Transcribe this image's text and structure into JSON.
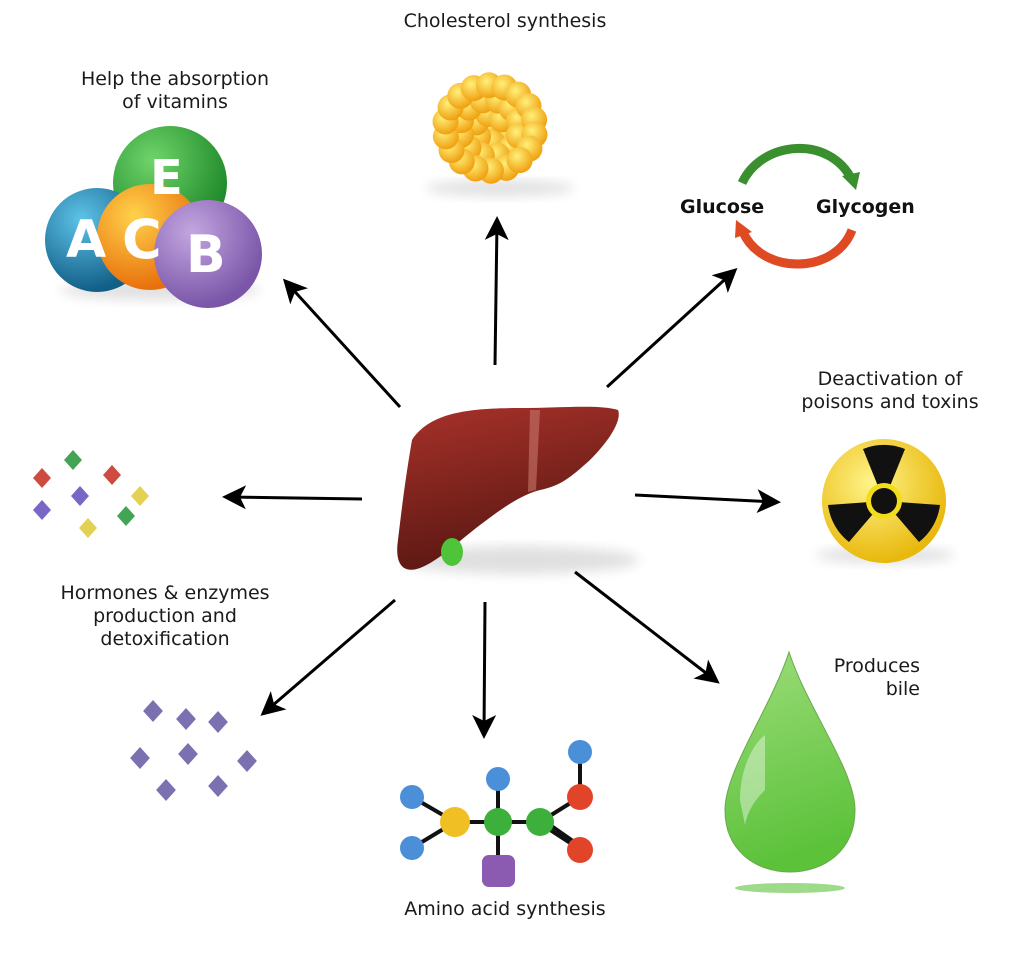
{
  "title": "Liver functions",
  "center": {
    "name": "Liver",
    "icon": "liver-icon"
  },
  "functions": [
    {
      "id": "vitamins",
      "label_lines": [
        "Help the absorption",
        "of vitamins"
      ],
      "icon": "vitamin-balls-icon",
      "vitamins": [
        "E",
        "A",
        "C",
        "B"
      ]
    },
    {
      "id": "cholesterol",
      "label_lines": [
        "Cholesterol synthesis"
      ],
      "icon": "cholesterol-cluster-icon"
    },
    {
      "id": "glycogen",
      "label_lines": [
        "Glucose",
        "Glycogen"
      ],
      "icon": "glucose-glycogen-cycle-icon"
    },
    {
      "id": "toxins",
      "label_lines": [
        "Deactivation of",
        "poisons and toxins"
      ],
      "icon": "radiation-hazard-icon"
    },
    {
      "id": "hormones",
      "label_lines": [
        "Hormones & enzymes",
        "production and",
        "detoxification"
      ],
      "icon": "colored-crystals-icon"
    },
    {
      "id": "enzymes",
      "label_lines": [],
      "icon": "purple-crystals-icon"
    },
    {
      "id": "amino",
      "label_lines": [
        "Amino acid synthesis"
      ],
      "icon": "amino-acid-molecule-icon"
    },
    {
      "id": "bile",
      "label_lines": [
        "Produces",
        "bile"
      ],
      "icon": "bile-drop-icon"
    }
  ],
  "colors": {
    "arrow": "#000000",
    "liver": "#8e2a22",
    "gallbladder": "#4fc43a",
    "cycle_forward": "#3a8f2e",
    "cycle_reverse": "#e04a22",
    "vitamin_a": "#1e7fb0",
    "vitamin_c": "#f39a12",
    "vitamin_e": "#2ea43a",
    "vitamin_b": "#9a72c0",
    "cholesterol": "#f6c21a",
    "radiation_yellow": "#f3dc1a",
    "bile": "#7ccf5a"
  }
}
